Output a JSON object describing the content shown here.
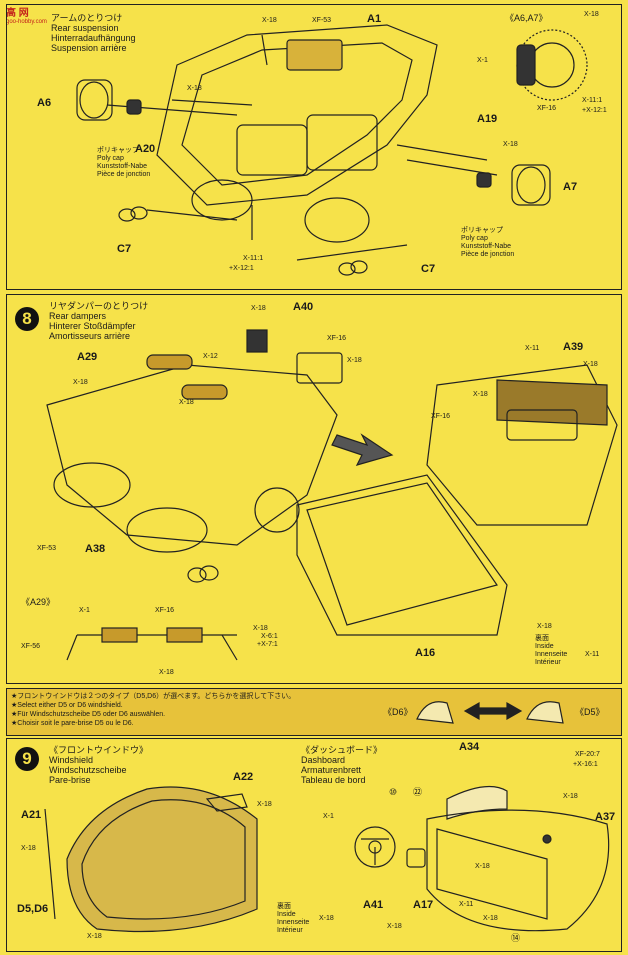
{
  "header": {
    "logo": "高 网",
    "logo_sub": "goo-hobby.com"
  },
  "step7": {
    "title_jp": "アームのとりつけ",
    "title_en": "Rear suspension",
    "title_de": "Hinterradaufhängung",
    "title_fr": "Suspension arrière",
    "inset": "《A6,A7》",
    "labels": {
      "x18a": "X-18",
      "xf53": "XF-53",
      "a1": "A1",
      "x18b": "X-18",
      "x1": "X-1",
      "xf16": "XF-16",
      "x11_12": "X-11:1",
      "x12_1": "+X-12:1",
      "a6": "A6",
      "x18c": "X-18",
      "a20": "A20",
      "a19": "A19",
      "x18d": "X-18",
      "a7": "A7",
      "c7a": "C7",
      "c7b": "C7",
      "x11a": "X-11:1",
      "x12a": "+X-12:1"
    },
    "polycap_left": [
      "ポリキャップ",
      "Poly cap",
      "Kunststoff-Nabe",
      "Pièce de jonction"
    ],
    "polycap_right": [
      "ポリキャップ",
      "Poly cap",
      "Kunststoff-Nabe",
      "Pièce de jonction"
    ]
  },
  "step8": {
    "number": "8",
    "title_jp": "リヤダンパーのとりつけ",
    "title_en": "Rear dampers",
    "title_de": "Hinterer Stoßdämpfer",
    "title_fr": "Amortisseurs arrière",
    "labels": {
      "x18a": "X-18",
      "a40": "A40",
      "xf16a": "XF-16",
      "x18b": "X-18",
      "a29": "A29",
      "x12": "X-12",
      "x18c": "X-18",
      "x18d": "X-18",
      "xf53": "XF-53",
      "a38": "A38",
      "x11": "X-11",
      "a39": "A39",
      "x18e": "X-18",
      "x18f": "X-18",
      "xf16b": "XF-16",
      "a16": "A16",
      "x18g": "X-18",
      "x11b": "X-11"
    },
    "inside": [
      "裏面",
      "Inside",
      "Innenseite",
      "Intérieur"
    ],
    "sub": {
      "title": "《A29》",
      "x1": "X-1",
      "xf16": "XF-16",
      "xf56": "XF-56",
      "x18": "X-18",
      "x18b": "X-18",
      "x61": "X-6:1",
      "x71": "+X-7:1"
    }
  },
  "caution": {
    "lines": [
      "★フロントウインドウは２つのタイプ（D5,D6）が選べます。どちらかを選択して下さい。",
      "★Select either D5 or D6 windshield.",
      "★Für Windschutzscheibe D5 oder D6 auswählen.",
      "★Choisir soit le pare-brise D5 ou le D6."
    ],
    "d6": "《D6》",
    "d5": "《D5》"
  },
  "step9": {
    "number": "9",
    "windshield": [
      "《フロントウインドウ》",
      "Windshield",
      "Windschutzscheibe",
      "Pare-brise"
    ],
    "dashboard": [
      "《ダッシュボード》",
      "Dashboard",
      "Armaturenbrett",
      "Tableau de bord"
    ],
    "labels": {
      "a22": "A22",
      "x18a": "X-18",
      "a21": "A21",
      "x18b": "X-18",
      "d5d6": "D5,D6",
      "x18c": "X-18",
      "x18d": "X-18",
      "a34": "A34",
      "xf207": "XF-20:7",
      "x161": "+X-16:1",
      "x18e": "X-18",
      "a37": "A37",
      "x1": "X-1",
      "c10": "⑩",
      "c22": "㉒",
      "x18f": "X-18",
      "a41": "A41",
      "a17": "A17",
      "x18g": "X-18",
      "x11": "X-11",
      "x18h": "X-18",
      "c14": "⑭"
    },
    "inside": [
      "裏面",
      "Inside",
      "Innenseite",
      "Intérieur"
    ]
  }
}
